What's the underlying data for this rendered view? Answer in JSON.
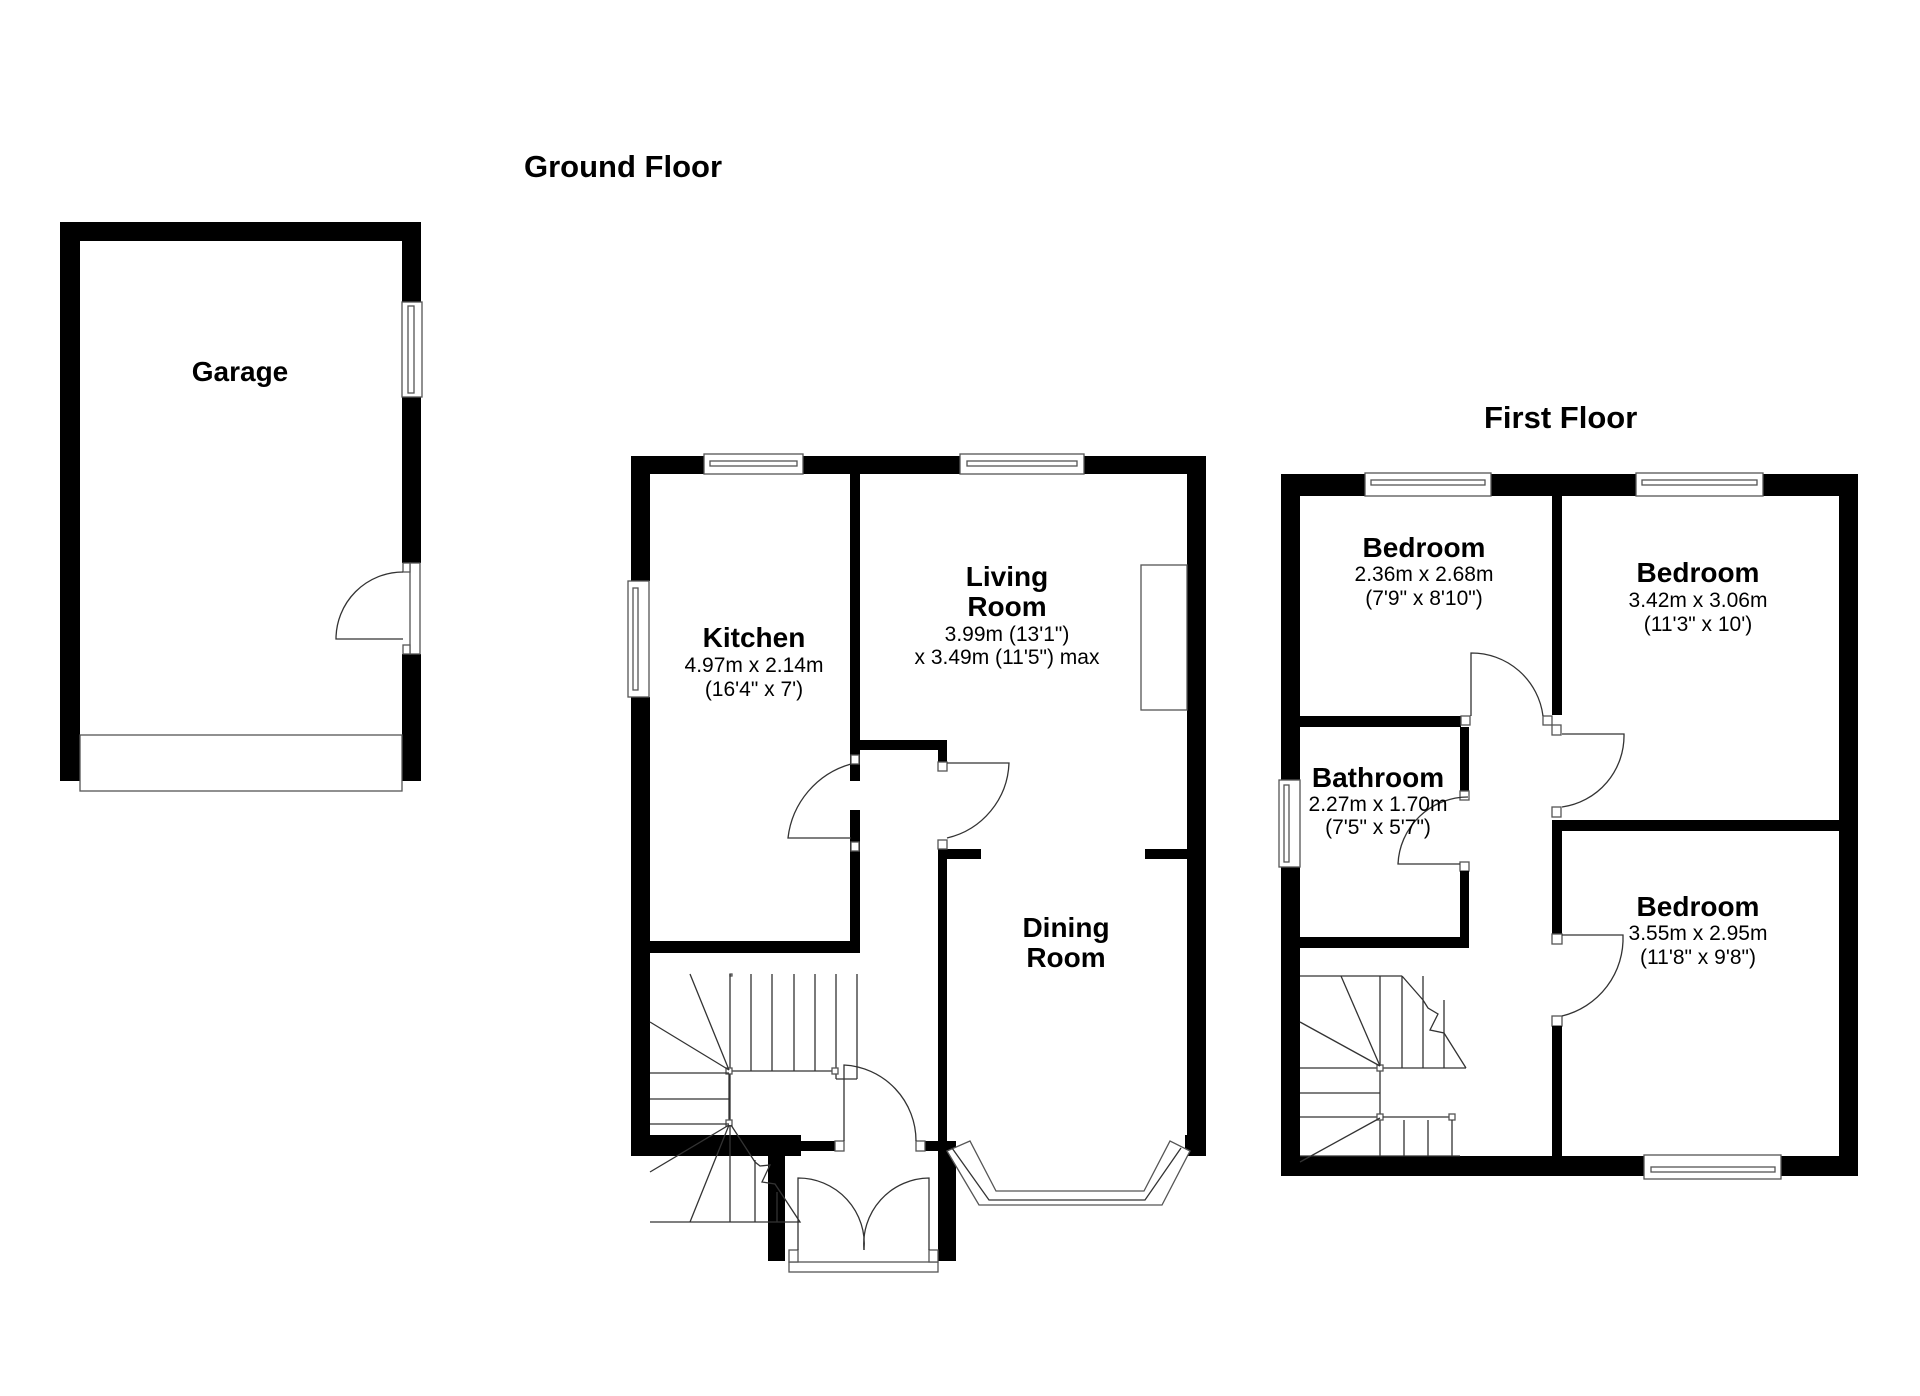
{
  "floors": {
    "ground": {
      "title": "Ground Floor",
      "rooms": {
        "garage": {
          "name": "Garage"
        },
        "kitchen": {
          "name": "Kitchen",
          "dim_metric": "4.97m x 2.14m",
          "dim_imperial": "(16'4\" x 7')"
        },
        "living": {
          "name_line1": "Living",
          "name_line2": "Room",
          "dim_line1": "3.99m (13'1\")",
          "dim_line2": "x 3.49m (11'5\") max"
        },
        "dining": {
          "name_line1": "Dining",
          "name_line2": "Room"
        }
      }
    },
    "first": {
      "title": "First Floor",
      "rooms": {
        "bedroom1": {
          "name": "Bedroom",
          "dim_metric": "2.36m x 2.68m",
          "dim_imperial": "(7'9\" x 8'10\")"
        },
        "bedroom2": {
          "name": "Bedroom",
          "dim_metric": "3.42m x 3.06m",
          "dim_imperial": "(11'3\" x 10')"
        },
        "bathroom": {
          "name": "Bathroom",
          "dim_metric": "2.27m x 1.70m",
          "dim_imperial": "(7'5\" x 5'7\")"
        },
        "bedroom3": {
          "name": "Bedroom",
          "dim_metric": "3.55m x 2.95m",
          "dim_imperial": "(11'8\" x 9'8\")"
        }
      }
    }
  },
  "colors": {
    "wall": "#000000",
    "background": "#ffffff",
    "fixture_line": "#555555"
  }
}
